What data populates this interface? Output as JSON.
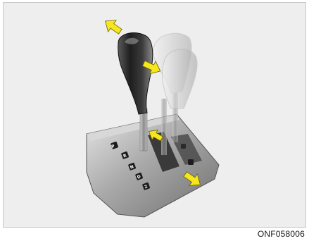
{
  "figure": {
    "code": "ONF058006",
    "subject": "automatic-transaxle-shift-lever",
    "arrow_color": "#f5e61e",
    "knob_color_front": "#2a2a2a",
    "knob_color_ghost": "#cfcfcf"
  },
  "gate": {
    "letters": [
      "P",
      "R",
      "N",
      "D",
      "2"
    ]
  }
}
